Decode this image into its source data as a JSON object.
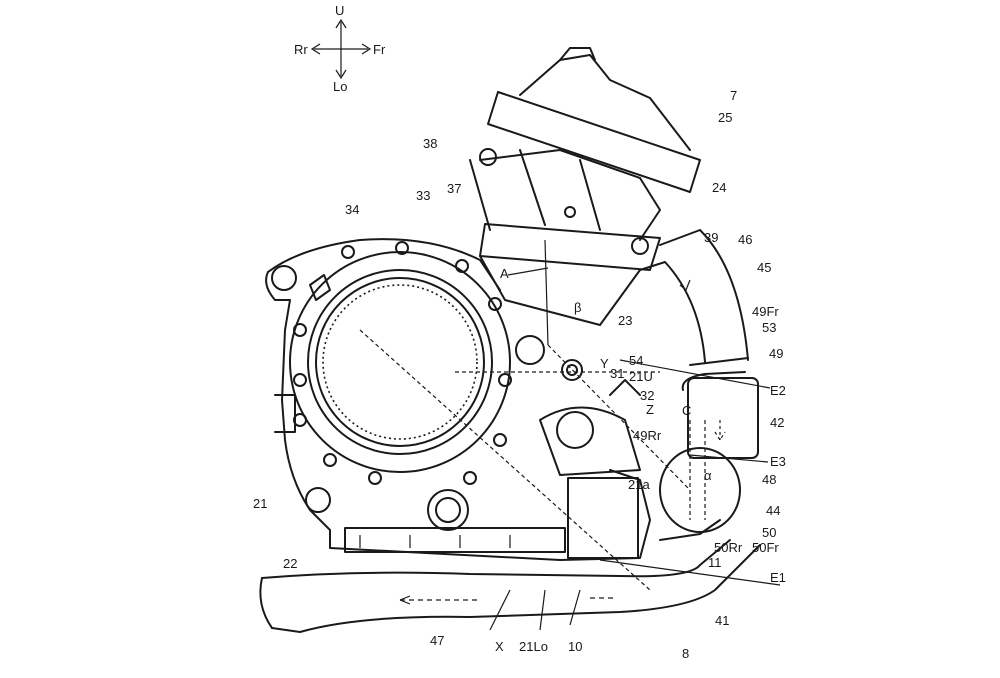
{
  "compass": {
    "up": "U",
    "down": "Lo",
    "left": "Rr",
    "right": "Fr"
  },
  "labels": {
    "l7": "7",
    "l25": "25",
    "l24": "24",
    "l38": "38",
    "l37": "37",
    "l33": "33",
    "l34": "34",
    "l39": "39",
    "l46": "46",
    "l45": "45",
    "l49fr": "49Fr",
    "l53": "53",
    "l49": "49",
    "lA": "A",
    "lbeta": "β",
    "l23": "23",
    "lY": "Y",
    "l54": "54",
    "l21u": "21U",
    "l31": "31",
    "l32": "32",
    "lZ": "Z",
    "lE2": "E2",
    "lC": "C",
    "l42": "42",
    "l49rr": "49Rr",
    "lE3": "E3",
    "l48": "48",
    "l21a": "21a",
    "lalpha": "α",
    "l44": "44",
    "l21": "21",
    "l50": "50",
    "l50rr": "50Rr",
    "l50fr": "50Fr",
    "l22": "22",
    "l11": "11",
    "lE1": "E1",
    "l41": "41",
    "l47": "47",
    "lX": "X",
    "l21lo": "21Lo",
    "l10": "10",
    "l8": "8"
  },
  "colors": {
    "ink": "#1a1a1a",
    "paper": "#ffffff"
  }
}
